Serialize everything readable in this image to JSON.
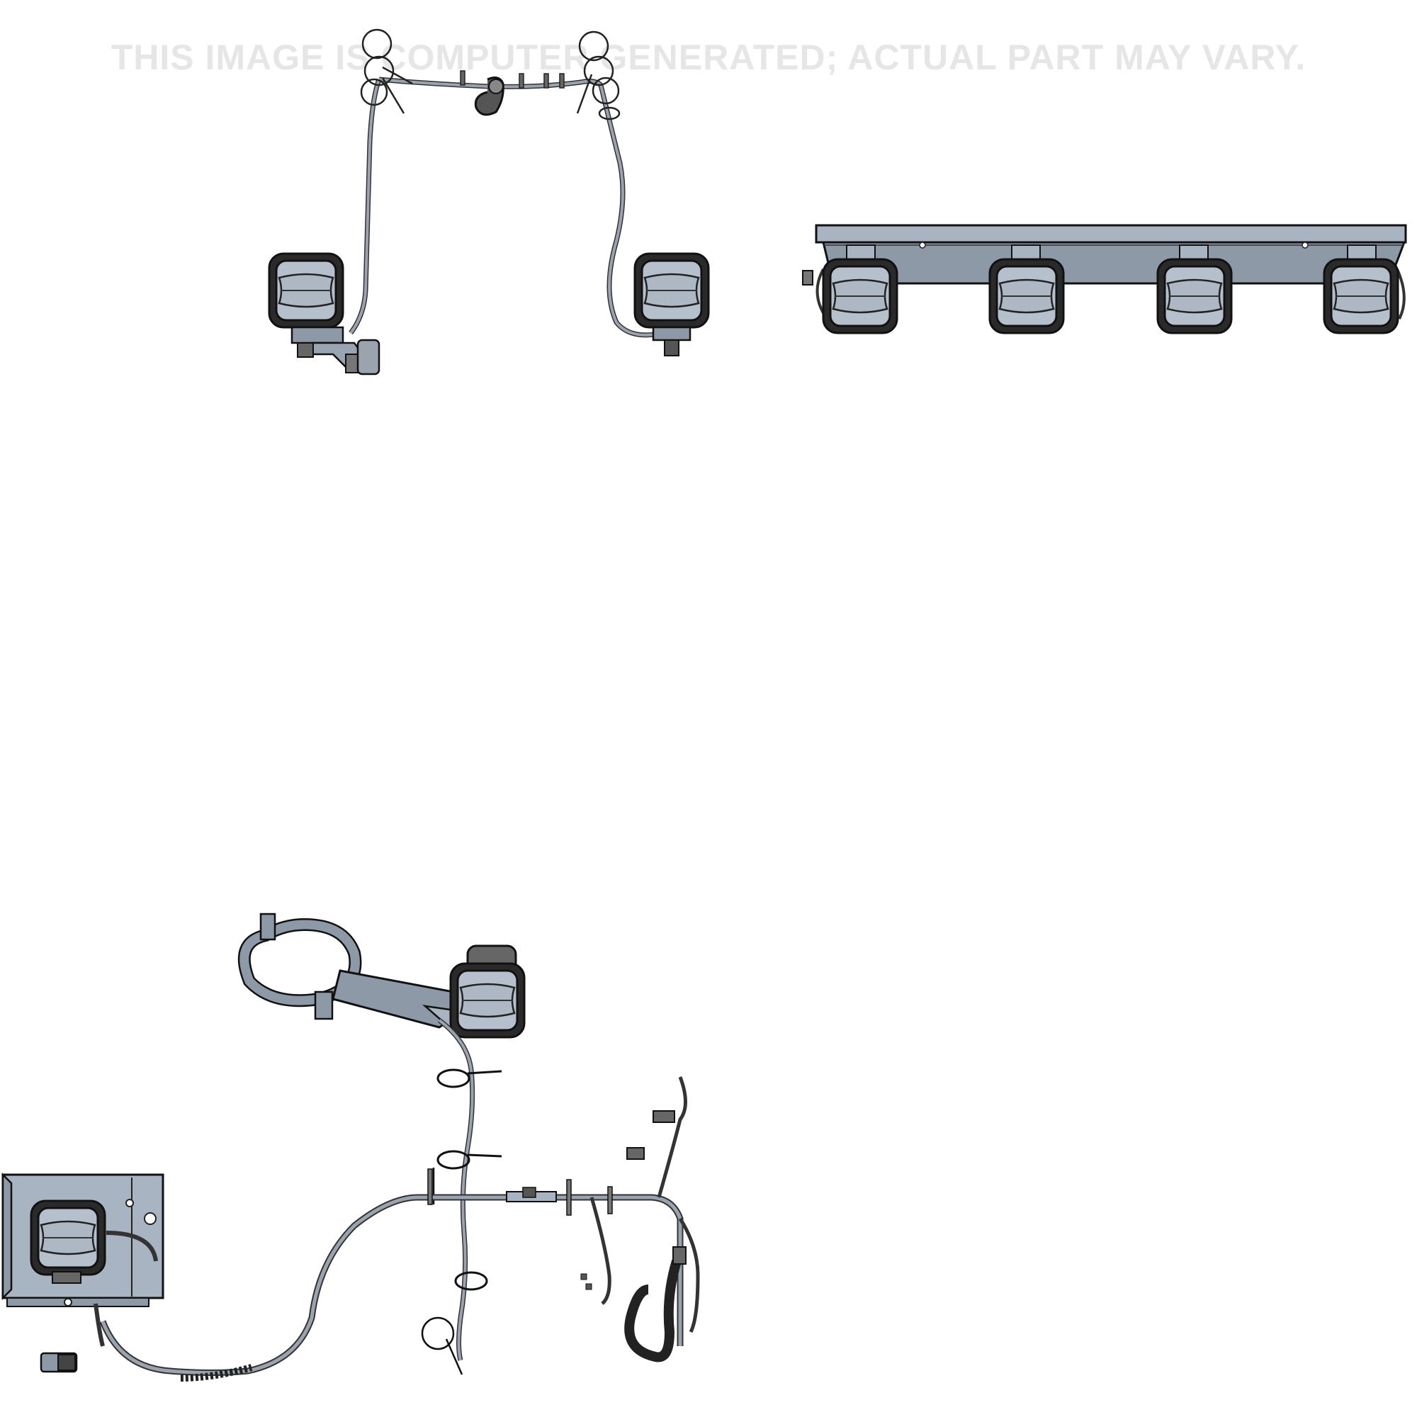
{
  "watermark": {
    "text": "THIS IMAGE IS COMPUTER GENERATED; ACTUAL PART MAY VARY."
  },
  "colors": {
    "part_fill": "#a9b4c2",
    "part_fill_dark": "#8e99a8",
    "outline": "#1c1c1c",
    "wire": "#9aa3ae",
    "background": "#ffffff"
  },
  "views": [
    {
      "name": "view-top-left-harness",
      "icon": "wiring-harness-with-two-work-lights"
    },
    {
      "name": "view-top-right-light-bar",
      "icon": "light-bar-with-four-work-lights"
    },
    {
      "name": "view-bottom-kit",
      "icon": "mounting-bracket-harness-and-box"
    }
  ]
}
